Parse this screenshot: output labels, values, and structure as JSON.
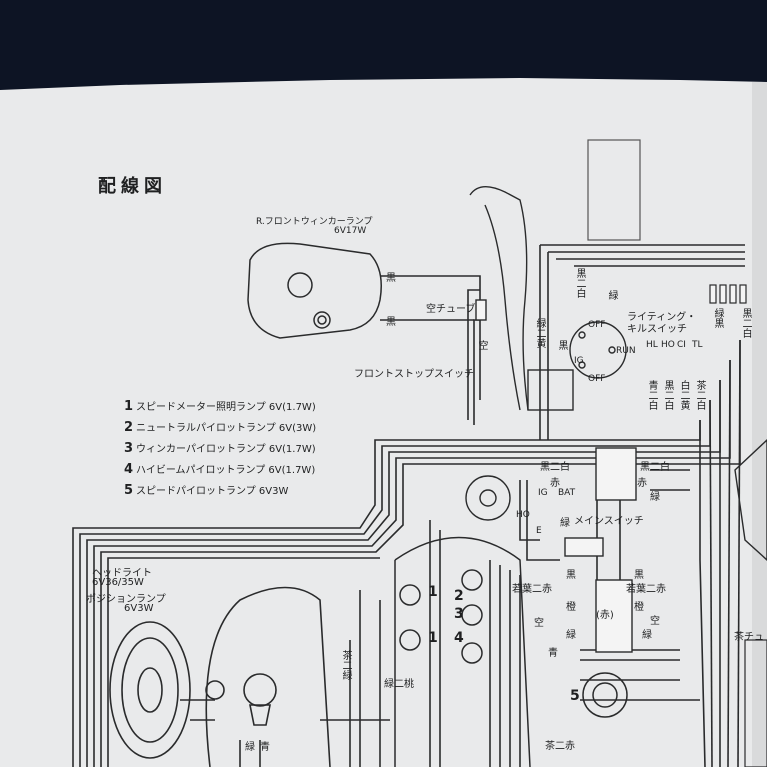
{
  "title": "配線図",
  "front_winker": {
    "name": "R.フロントウィンカーランプ",
    "spec": "6V17W"
  },
  "air_tube": "空チューブ",
  "front_stop_switch": "フロントストップスイッチ",
  "lighting_switch": {
    "name1": "ライティング・",
    "name2": "キルスイッチ",
    "off_top": "OFF",
    "ig": "IG",
    "off_bottom": "OFF",
    "run": "RUN"
  },
  "tl_labels": [
    "HL",
    "HO",
    "CI",
    "TL"
  ],
  "legend": [
    {
      "num": "1",
      "text": "スピードメーター照明ランプ 6V(1.7W)"
    },
    {
      "num": "2",
      "text": "ニュートラルパイロットランプ 6V(3W)"
    },
    {
      "num": "3",
      "text": "ウィンカーパイロットランプ 6V(1.7W)"
    },
    {
      "num": "4",
      "text": "ハイビームパイロットランプ 6V(1.7W)"
    },
    {
      "num": "5",
      "text": "スピードパイロットランプ 6V3W"
    }
  ],
  "headlight": {
    "line1": "ヘッドライト",
    "line2": "6V36/35W",
    "line3": "ポジションランプ",
    "line4": "6V3W"
  },
  "main_switch": {
    "name": "メインスイッチ",
    "ig": "IG",
    "bat": "BAT",
    "ho": "HO",
    "e": "E"
  },
  "wire_labels": {
    "kuro_top1": "黒",
    "kuro_top2": "黒",
    "kuro_ni_shiro": "黒二白",
    "aka": "赤",
    "midori": "緑",
    "kuro_ni_shiro_r": "黒二白",
    "aka_r": "赤",
    "midori_r": "緑",
    "wakaba_aka_l": "若葉二赤",
    "kuro_l": "黒",
    "dai_l": "橙",
    "sora_l": "空",
    "midori_l": "緑",
    "ao_l": "青",
    "kuro_r": "黒",
    "wakaba_aka_r": "若葉二赤",
    "dai_r": "橙",
    "sora_r": "空",
    "midori_r2": "緑",
    "aka_circle": "(赤)",
    "cha_aka": "茶二赤",
    "midori_momo": "緑二桃",
    "midori_ao": "緑",
    "ao_bottom": "青",
    "cha_chu": "茶チュ"
  },
  "vertical_labels": {
    "kuro_ni_shiro": "黒二白",
    "midori_ni_ki": "緑二黄",
    "kuro_v": "黒",
    "ao_ni_shiro": "青二白",
    "kuro_ni_shiro2": "黒二白",
    "shiro_ni_ki": "白二黄",
    "cha_ni_shiro": "茶二白",
    "sora_v": "空",
    "midori_kuro": "緑黒",
    "kuro_ni_shiro3": "黒二白",
    "cha_ni_midori": "茶二緑",
    "midori_mark": "緑"
  },
  "numbers": [
    "1",
    "2",
    "3",
    "1",
    "4",
    "5"
  ]
}
